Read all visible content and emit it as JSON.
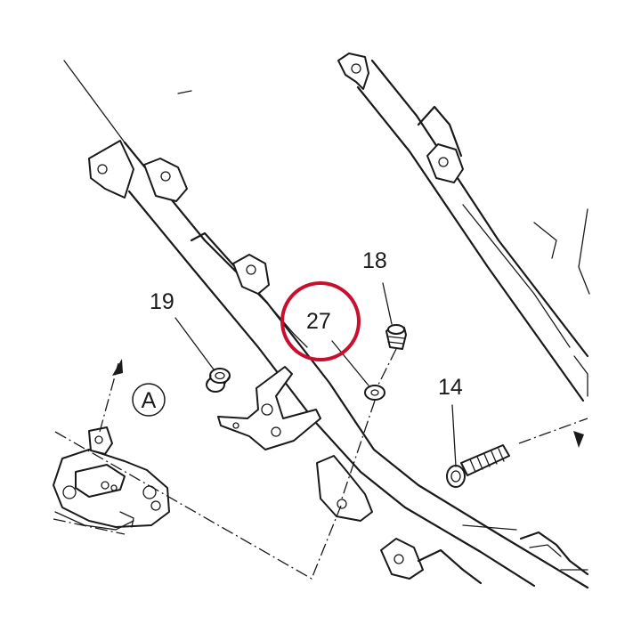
{
  "callouts": {
    "part_18": "18",
    "part_19": "19",
    "part_27": "27",
    "part_14": "14",
    "view_a": "A"
  },
  "highlight": {
    "part": "27",
    "color": "#c8102e"
  },
  "colors": {
    "line": "#1a1a1a",
    "background": "#ffffff"
  }
}
